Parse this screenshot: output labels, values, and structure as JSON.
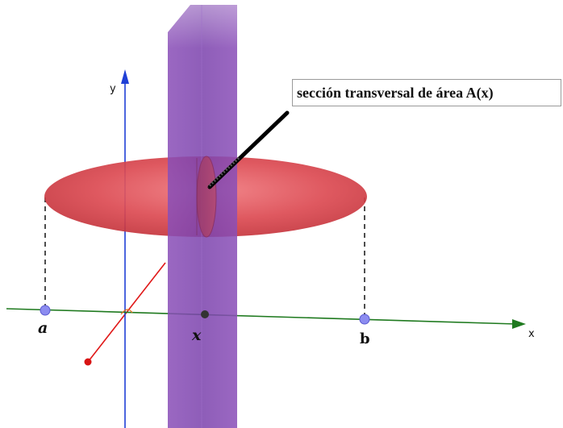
{
  "axes": {
    "x_label": "x",
    "y_label": "y"
  },
  "points": {
    "a_label": "a",
    "x_label": "x",
    "b_label": "b"
  },
  "callout": {
    "text": "sección transversal de área A(x)"
  },
  "colors": {
    "x_axis": "#1f7a1f",
    "y_axis": "#1f3fd6",
    "z_axis": "#e01818",
    "solid": "#e0454d",
    "plane": "#7a3fa6",
    "endpoint": "#8c8cf0",
    "moving_point": "#333333"
  }
}
